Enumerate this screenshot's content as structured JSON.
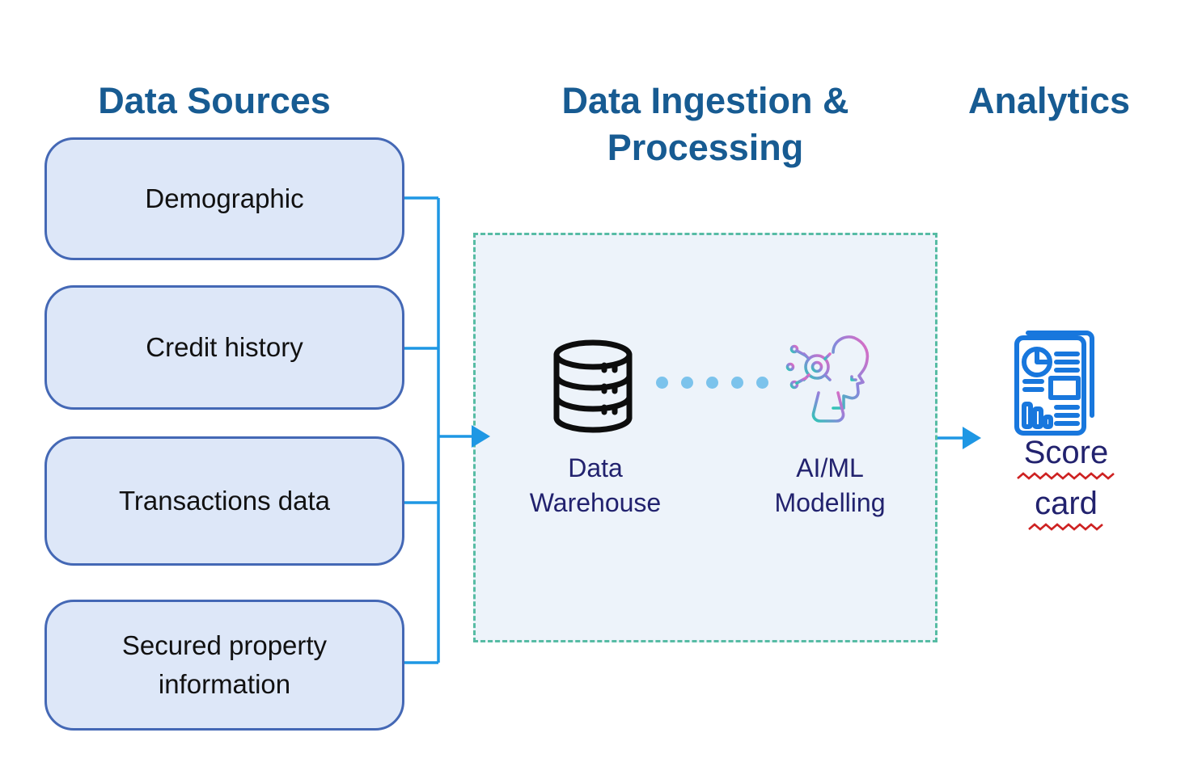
{
  "headers": {
    "data_sources": "Data Sources",
    "ingestion": "Data Ingestion & Processing",
    "analytics": "Analytics"
  },
  "source_boxes": [
    {
      "label": "Demographic"
    },
    {
      "label": "Credit history"
    },
    {
      "label": "Transactions data"
    },
    {
      "label": "Secured property information"
    }
  ],
  "processing": {
    "warehouse": {
      "line1": "Data",
      "line2": "Warehouse"
    },
    "aiml": {
      "line1": "AI/ML",
      "line2": "Modelling"
    },
    "dots_count": 5
  },
  "analytics_output": {
    "line1": "Score",
    "line2": "card"
  },
  "icons": {
    "warehouse": "database-icon",
    "aiml": "ai-brain-icon",
    "scorecard": "report-scorecard-icon"
  },
  "colors": {
    "heading": "#175B92",
    "box_fill": "#DDE7F8",
    "box_border": "#4468B5",
    "connector_blue": "#1E97E4",
    "dashed_teal": "#57BCA4",
    "dashed_fill": "#EDF3FA",
    "node_label_navy": "#22226E",
    "dot_blue": "#7CC3EC",
    "scorecard_blue": "#1877DD",
    "squiggle_red": "#CE2222",
    "aiml_gradient_start": "#2FC6B5",
    "aiml_gradient_mid": "#8A85DC",
    "aiml_gradient_end": "#E26AC1"
  }
}
